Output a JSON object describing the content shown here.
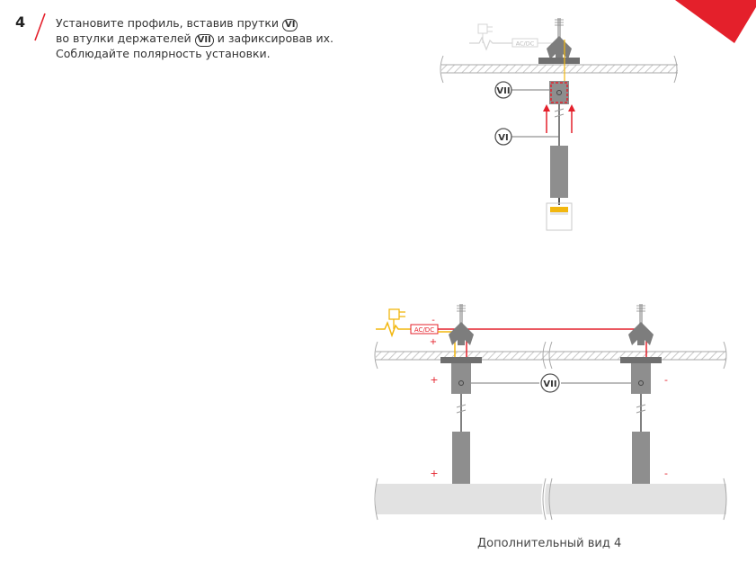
{
  "step": {
    "number": "4"
  },
  "instruction": {
    "line1_text": "Установите профиль, вставив прутки",
    "line1_badge": "VI",
    "line2_prefix": "во втулки держателей",
    "line2_badge": "VII",
    "line2_suffix": "и зафиксировав их.",
    "line3": "Соблюдайте полярность установки."
  },
  "top_diagram": {
    "driver_label": "AC/DC",
    "callout_holder": "VII",
    "callout_rod": "VI"
  },
  "bottom_diagram": {
    "driver_label": "AC/DC",
    "callout_holder": "VII",
    "polarity": {
      "driver_minus": "-",
      "driver_plus": "+",
      "left_holder": "+",
      "right_holder": "-",
      "left_profile": "+",
      "right_profile": "-"
    }
  },
  "caption": "Дополнительный вид 4",
  "colors": {
    "accent": "#e4202b",
    "driver_yellow": "#f2b70f",
    "body_gray": "#8e8e8e",
    "dark": "#4a4a4a"
  }
}
